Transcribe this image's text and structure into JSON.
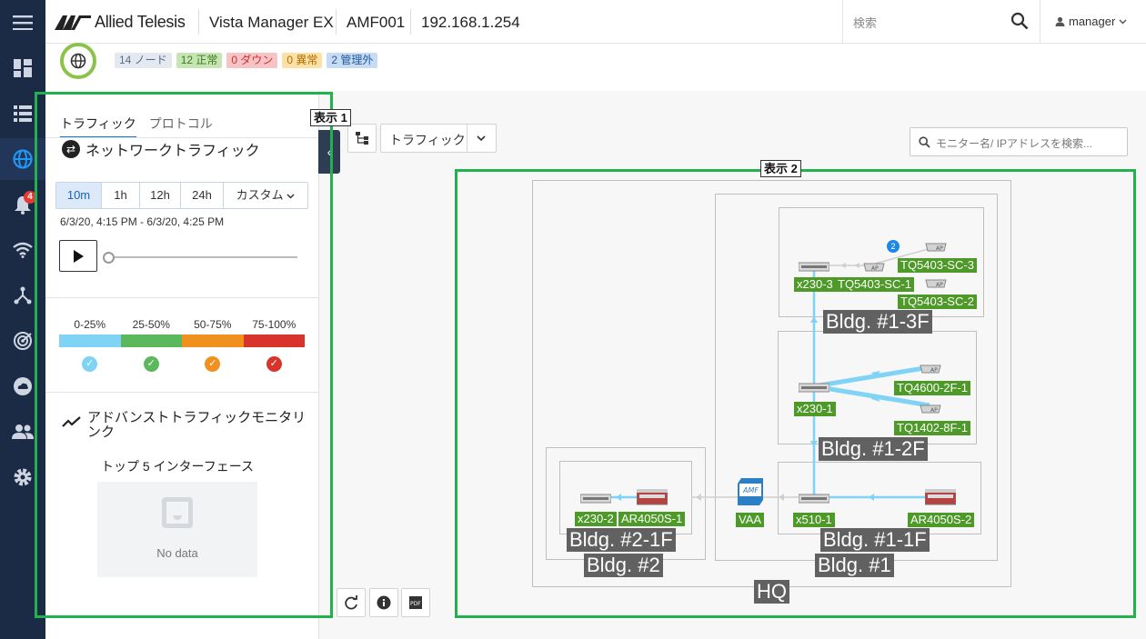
{
  "header": {
    "brand": "Allied Telesis",
    "product": "Vista Manager EX",
    "device": "AMF001",
    "ip": "192.168.1.254",
    "search_placeholder": "検索",
    "user": "manager"
  },
  "rail": {
    "alert_count": "4"
  },
  "status_chips": {
    "nodes": "14 ノード",
    "normal": "12 正常",
    "down": "0 ダウン",
    "abnormal": "0 異常",
    "unmanaged": "2 管理外"
  },
  "panel": {
    "tabs": [
      "トラフィック",
      "プロトコル"
    ],
    "section_title": "ネットワークトラフィック",
    "ranges": [
      "10m",
      "1h",
      "12h",
      "24h",
      "カスタム"
    ],
    "date_range": "6/3/20, 4:15 PM - 6/3/20, 4:25 PM",
    "legend": [
      {
        "label": "0-25%",
        "color": "#7fd3f5"
      },
      {
        "label": "25-50%",
        "color": "#5cb85c"
      },
      {
        "label": "50-75%",
        "color": "#f0911f"
      },
      {
        "label": "75-100%",
        "color": "#d9342b"
      }
    ],
    "advanced_title": "アドバンストトラフィックモニタリンク",
    "top5_title": "トップ 5 インターフェース",
    "no_data": "No data"
  },
  "map_toolbar": {
    "view_select": "トラフィック",
    "search_placeholder": "モニター名/ IPアドレスを検索..."
  },
  "annotations": {
    "view1": "表示 1",
    "view2": "表示 2"
  },
  "topology": {
    "groups": {
      "hq": "HQ",
      "bldg1": "Bldg. #1",
      "bldg2": "Bldg. #2",
      "bldg1_3f": "Bldg. #1-3F",
      "bldg1_2f": "Bldg. #1-2F",
      "bldg1_1f": "Bldg. #1-1F",
      "bldg2_1f": "Bldg. #2-1F"
    },
    "nodes": {
      "x230_3": "x230-3",
      "tq5403_sc_1": "TQ5403-SC-1",
      "tq5403_sc_3": "TQ5403-SC-3",
      "tq5403_sc_2": "TQ5403-SC-2",
      "x230_1": "x230-1",
      "tq4600_2f_1": "TQ4600-2F-1",
      "tq1402_8f_1": "TQ1402-8F-1",
      "x510_1": "x510-1",
      "ar4050s_2": "AR4050S-2",
      "vaa": "VAA",
      "x230_2": "x230-2",
      "ar4050s_1": "AR4050S-1"
    },
    "ap_badge": "2"
  }
}
